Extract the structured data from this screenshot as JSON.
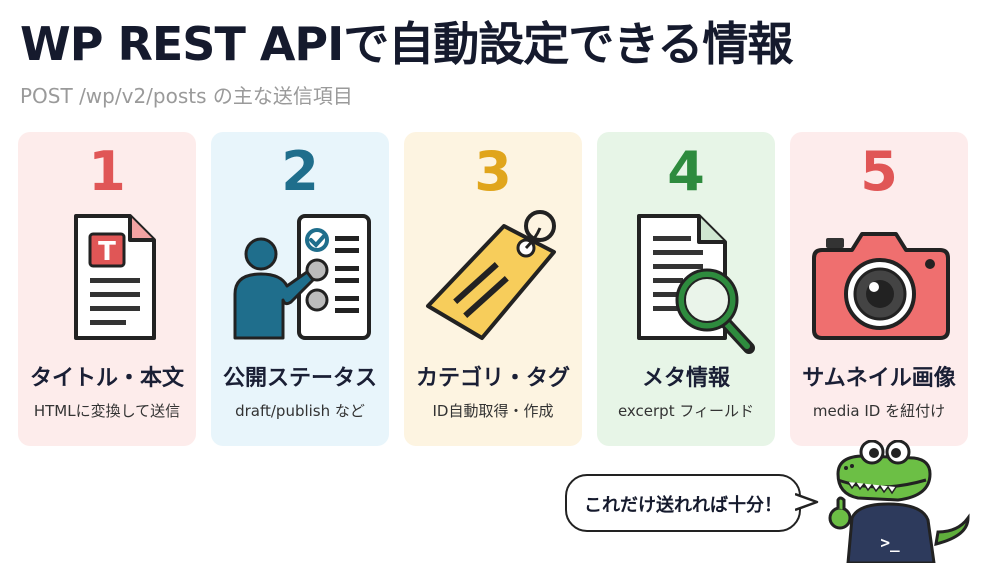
{
  "title": "WP REST APIで自動設定できる情報",
  "subtitle": "POST /wp/v2/posts の主な送信項目",
  "items": [
    {
      "number": "1",
      "label": "タイトル・本文",
      "desc": "HTMLに変換して送信",
      "icon": "document-icon",
      "bg": "#fdeceb",
      "accent": "#e05656"
    },
    {
      "number": "2",
      "label": "公開ステータス",
      "desc": "draft/publish など",
      "icon": "person-checklist-icon",
      "bg": "#e8f5fb",
      "accent": "#1f6e8c"
    },
    {
      "number": "3",
      "label": "カテゴリ・タグ",
      "desc": "ID自動取得・作成",
      "icon": "tag-icon",
      "bg": "#fdf4e1",
      "accent": "#e0a51c"
    },
    {
      "number": "4",
      "label": "メタ情報",
      "desc": "excerpt フィールド",
      "icon": "magnifier-document-icon",
      "bg": "#e7f5e7",
      "accent": "#2e8b3e"
    },
    {
      "number": "5",
      "label": "サムネイル画像",
      "desc": "media ID を紐付け",
      "icon": "camera-icon",
      "bg": "#fdecec",
      "accent": "#e05656"
    }
  ],
  "speech": "これだけ送れれば十分！",
  "mascot": {
    "icon": "crocodile-mascot-icon",
    "hoodie_text": ">_"
  }
}
